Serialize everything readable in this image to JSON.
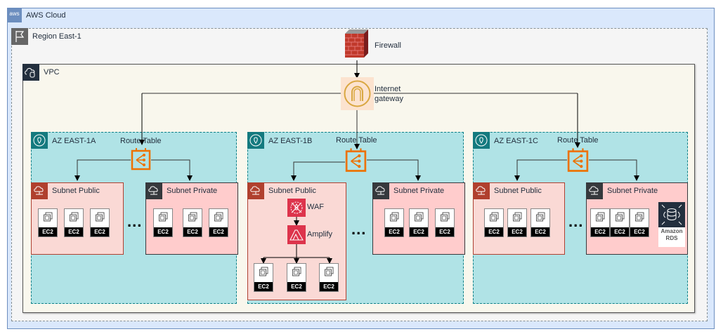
{
  "cloud": {
    "label": "AWS Cloud",
    "icon": "aws-logo-icon",
    "icon_text": "aws"
  },
  "region": {
    "label": "Region East-1",
    "icon": "flag-icon"
  },
  "firewall": {
    "label": "Firewall",
    "icon": "brick-wall-icon"
  },
  "vpc": {
    "label": "VPC",
    "icon": "cloud-lock-icon"
  },
  "internet_gateway": {
    "label_line1": "Internet",
    "label_line2": "gateway",
    "icon": "gateway-arch-icon"
  },
  "colors": {
    "cloud_bg": "#DAE8FC",
    "region_bg": "#F5F5F5",
    "vpc_bg": "#F9F7ED",
    "az_bg": "#B0E3E6",
    "subnet_public_bg": "#FAD9D5",
    "subnet_private_bg": "#FFCCCC",
    "route_table": "#ED7100",
    "waf": "#DD344C",
    "igw": "#D9A741"
  },
  "availability_zones": [
    {
      "label": "AZ EAST-1A",
      "route_table": "Route Table",
      "public_subnet": {
        "label": "Subnet Public",
        "instances": [
          "EC2",
          "EC2",
          "EC2"
        ]
      },
      "ellipsis": "...",
      "private_subnet": {
        "label": "Subnet Private",
        "instances": [
          "EC2",
          "EC2",
          "EC2"
        ]
      }
    },
    {
      "label": "AZ EAST-1B",
      "route_table": "Route Table",
      "public_subnet": {
        "label": "Subnet Public",
        "waf": "WAF",
        "amplify": "Amplify",
        "instances": [
          "EC2",
          "EC2",
          "EC2"
        ]
      },
      "ellipsis": "...",
      "private_subnet": {
        "label": "Subnet Private",
        "instances": [
          "EC2",
          "EC2",
          "EC2"
        ]
      }
    },
    {
      "label": "AZ EAST-1C",
      "route_table": "Route Table",
      "public_subnet": {
        "label": "Subnet Public",
        "instances": [
          "EC2",
          "EC2",
          "EC2"
        ]
      },
      "ellipsis": "...",
      "private_subnet": {
        "label": "Subnet Private",
        "instances": [
          "EC2",
          "EC2",
          "EC2"
        ],
        "database": {
          "line1": "Amazon",
          "line2": "RDS"
        }
      }
    }
  ]
}
